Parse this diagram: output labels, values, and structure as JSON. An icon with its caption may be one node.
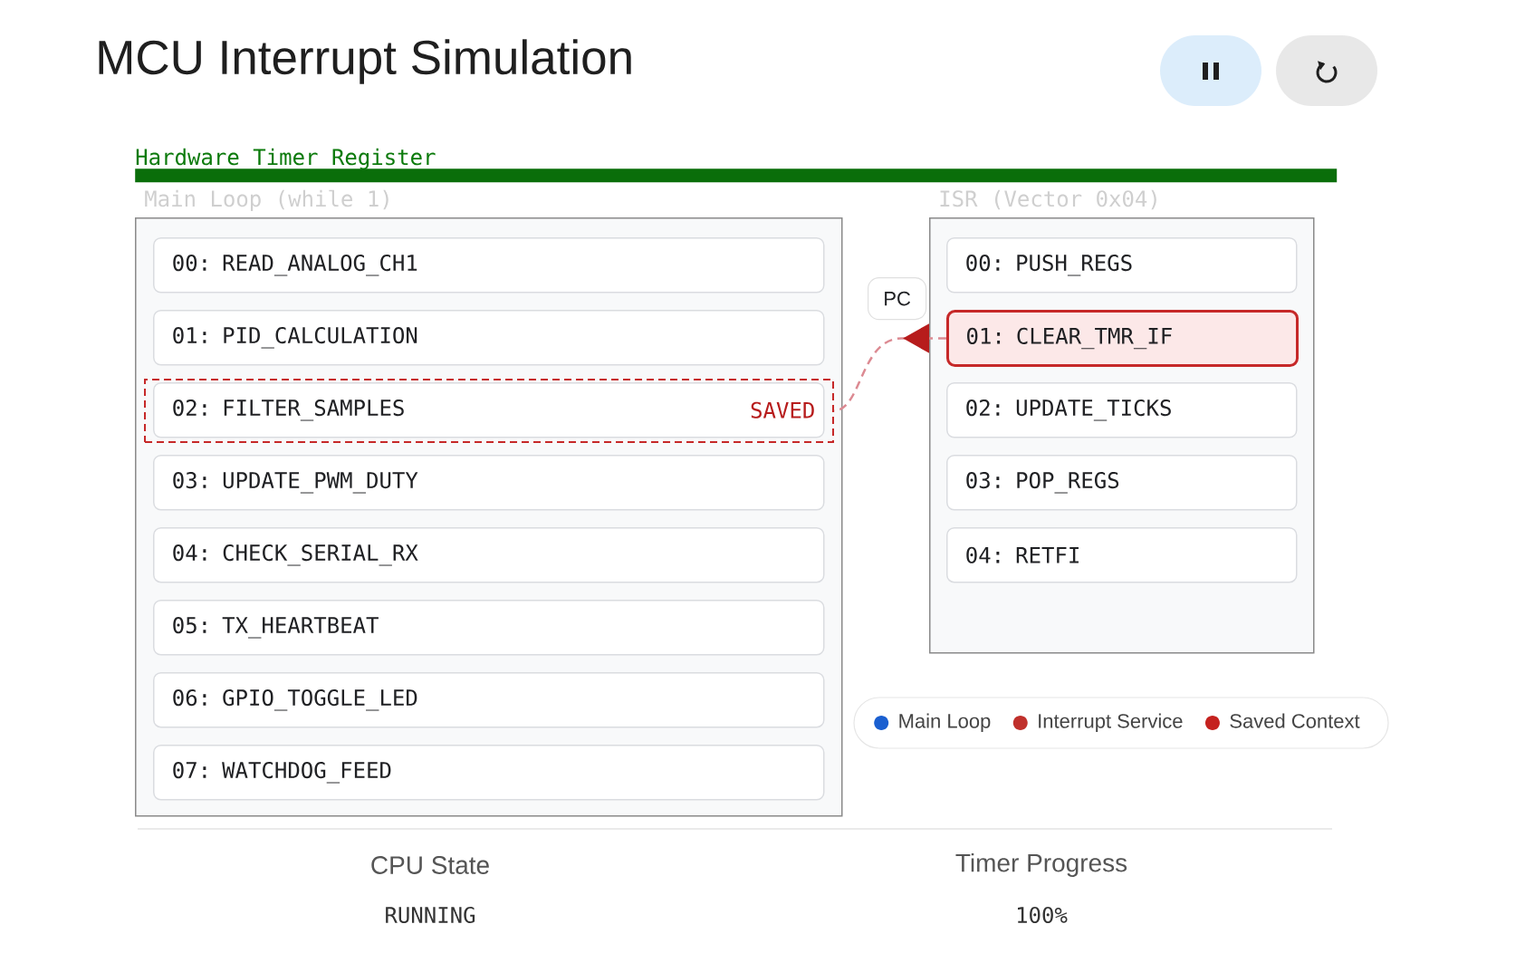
{
  "diagram": {
    "title": "MCU Interrupt Simulation",
    "nodes": [
      {
        "text": [
          "Hardware Timer Register"
        ]
      },
      {
        "text": [
          "Main Loop (while 1)"
        ]
      },
      {
        "text": [
          "00: READ_ANALOG_CH1"
        ],
        "in": 1
      },
      {
        "text": [
          "01: PID_CALCULATION"
        ],
        "in": 1
      },
      {
        "text": [],
        "shape": "box",
        "in": 1
      },
      {
        "text": [
          "02: FILTER_SAMPLES",
          "SAVED"
        ],
        "in": 4
      },
      {
        "text": [
          "03: UPDATE_PWM_DUTY"
        ],
        "in": 1
      },
      {
        "text": [
          "04: CHECK_SERIAL_RX"
        ],
        "in": 1
      },
      {
        "text": [
          "05: TX_HEARTBEAT"
        ],
        "in": 1
      },
      {
        "text": [
          "06: GPIO_TOGGLE_LED"
        ],
        "in": 1
      },
      {
        "text": [
          "07: WATCHDOG_FEED"
        ],
        "in": 1
      },
      {
        "text": [
          "ISR (Vector 0x04)"
        ]
      },
      {
        "text": [
          "00: PUSH_REGS"
        ],
        "in": 11
      },
      {
        "text": [
          "01: CLEAR_TMR_IF"
        ],
        "in": 11
      },
      {
        "text": [
          "02: UPDATE_TICKS"
        ],
        "in": 11
      },
      {
        "text": [
          "03: POP_REGS"
        ],
        "in": 11
      },
      {
        "text": [
          "04: RETFI"
        ],
        "in": 11
      },
      {
        "text": [
          "PC"
        ]
      }
    ],
    "edges": [
      {
        "from": 13,
        "to": 4,
        "arrow": "to",
        "style": "dashed",
        "color": "#dc8a92"
      }
    ],
    "labels": [
      "CPU State",
      "Timer Progress",
      "RUNNING",
      "100%"
    ],
    "legend": [
      {
        "text": "Main Loop",
        "color": "#1a5fd0"
      },
      {
        "text": "Interrupt Service",
        "color": "#c0302b"
      },
      {
        "text": "Saved Context",
        "color": "#c5221f"
      }
    ]
  }
}
